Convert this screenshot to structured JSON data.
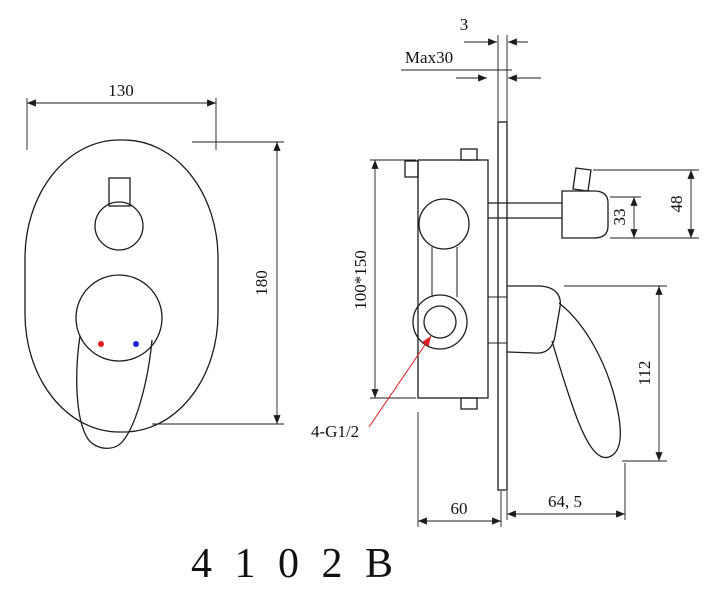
{
  "drawing": {
    "model_number": "4 1 0 2 B",
    "front_view": {
      "width_label": "130",
      "height_label": "180"
    },
    "side_view": {
      "plate_thickness_label": "3",
      "max_wall_label": "Max30",
      "rough_in_label": "100*150",
      "knob_height_label": "33",
      "knob_total_height_label": "48",
      "handle_length_label": "112",
      "body_depth_label": "60",
      "handle_depth_label": "64, 5",
      "thread_label": "4-G1/2"
    },
    "colors": {
      "line": "#1c1c1c",
      "hot": "#e02020",
      "cold": "#2020dd",
      "leader": "#e02020"
    }
  }
}
